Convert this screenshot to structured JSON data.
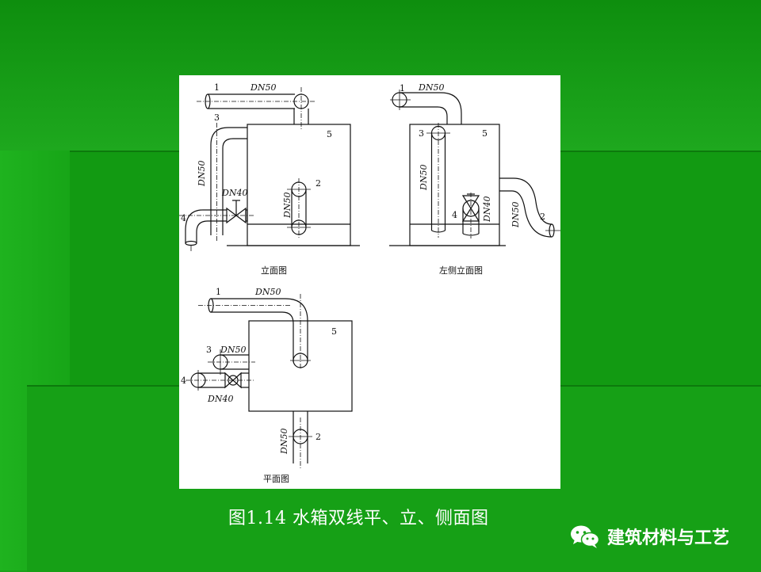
{
  "figure_caption": "图1.14  水箱双线平、立、侧面图",
  "brand_name": "建筑材料与工艺",
  "brand_icon": "wechat-icon",
  "views": {
    "front": {
      "title": "立面图",
      "labels": {
        "p1": "1",
        "p2": "2",
        "p3": "3",
        "p4": "4",
        "p5": "5"
      },
      "dims": {
        "d1": "DN50",
        "d2": "DN50",
        "d3": "DN50",
        "d4": "DN40"
      }
    },
    "side": {
      "title": "左侧立面图",
      "labels": {
        "p1": "1",
        "p2": "2",
        "p3": "3",
        "p4": "4",
        "p5": "5"
      },
      "dims": {
        "d1": "DN50",
        "d2": "DN50",
        "d3": "DN40",
        "d4": "DN50"
      }
    },
    "plan": {
      "title": "平面图",
      "labels": {
        "p1": "1",
        "p2": "2",
        "p3": "3",
        "p4": "4",
        "p5": "5"
      },
      "dims": {
        "d1": "DN50",
        "d2": "DN50",
        "d3": "DN40",
        "d4": "DN50"
      }
    }
  }
}
